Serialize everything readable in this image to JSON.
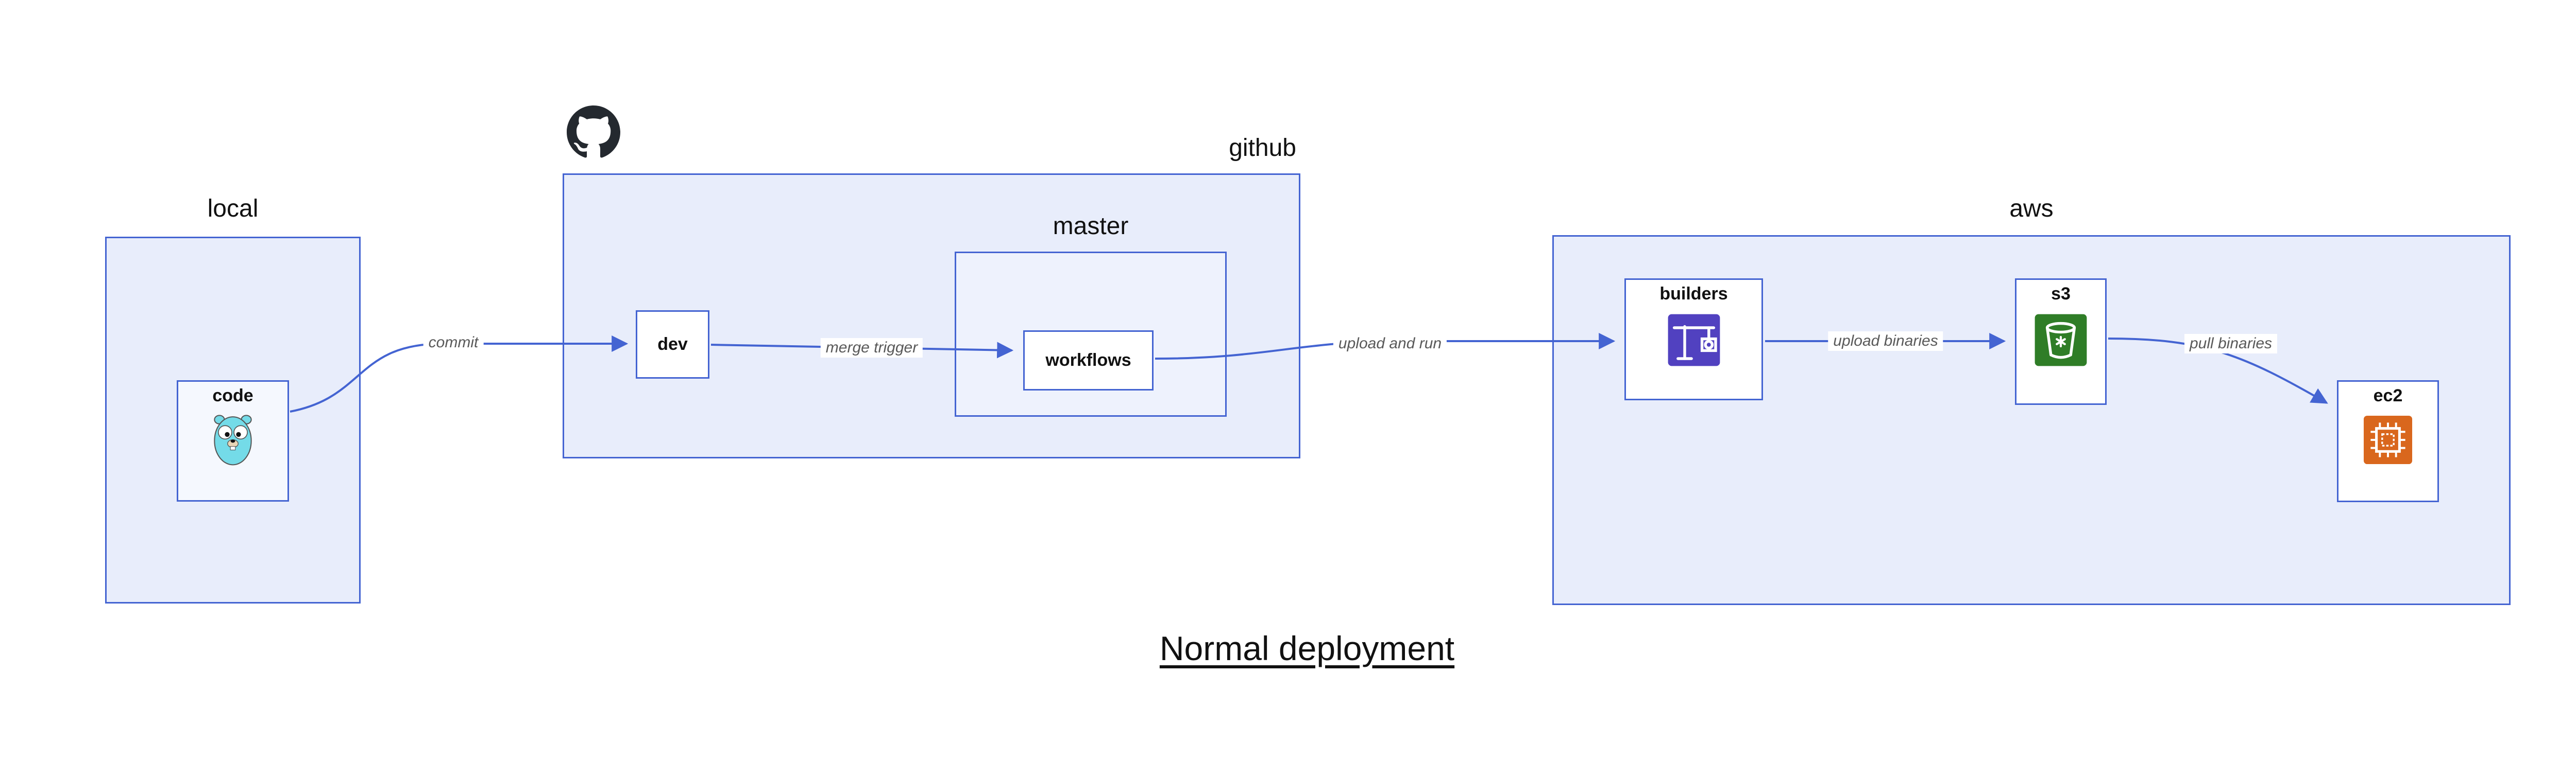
{
  "diagram": {
    "title": "Normal deployment",
    "containers": {
      "local": {
        "label": "local"
      },
      "github": {
        "label": "github"
      },
      "master": {
        "label": "master"
      },
      "aws": {
        "label": "aws"
      }
    },
    "nodes": {
      "code": {
        "label": "code",
        "icon": "go-gopher-icon"
      },
      "dev": {
        "label": "dev"
      },
      "workflows": {
        "label": "workflows"
      },
      "builders": {
        "label": "builders",
        "icon": "codebuild-crane-icon"
      },
      "s3": {
        "label": "s3",
        "icon": "s3-bucket-icon"
      },
      "ec2": {
        "label": "ec2",
        "icon": "ec2-chip-icon"
      }
    },
    "edges": [
      {
        "from": "code",
        "to": "dev",
        "label": "commit"
      },
      {
        "from": "dev",
        "to": "workflows",
        "label": "merge trigger"
      },
      {
        "from": "workflows",
        "to": "builders",
        "label": "upload and run"
      },
      {
        "from": "builders",
        "to": "s3",
        "label": "upload binaries"
      },
      {
        "from": "s3",
        "to": "ec2",
        "label": "pull binaries"
      }
    ],
    "icons": {
      "logo": "github-octocat-icon",
      "code": "go-gopher-icon",
      "builders": "codebuild-crane-icon",
      "s3": "s3-bucket-icon",
      "ec2": "ec2-chip-icon"
    },
    "colors": {
      "container_fill": "#e8edfb",
      "container_border": "#4464d2",
      "node_fill": "#ffffff",
      "arrow": "#4464d2",
      "edge_label_text": "#595959",
      "gopher_body": "#74dbe8",
      "codebuild_purple": "#5141c0",
      "s3_green": "#2f7d27",
      "ec2_orange": "#d9671d",
      "github_black": "#24292f"
    }
  }
}
